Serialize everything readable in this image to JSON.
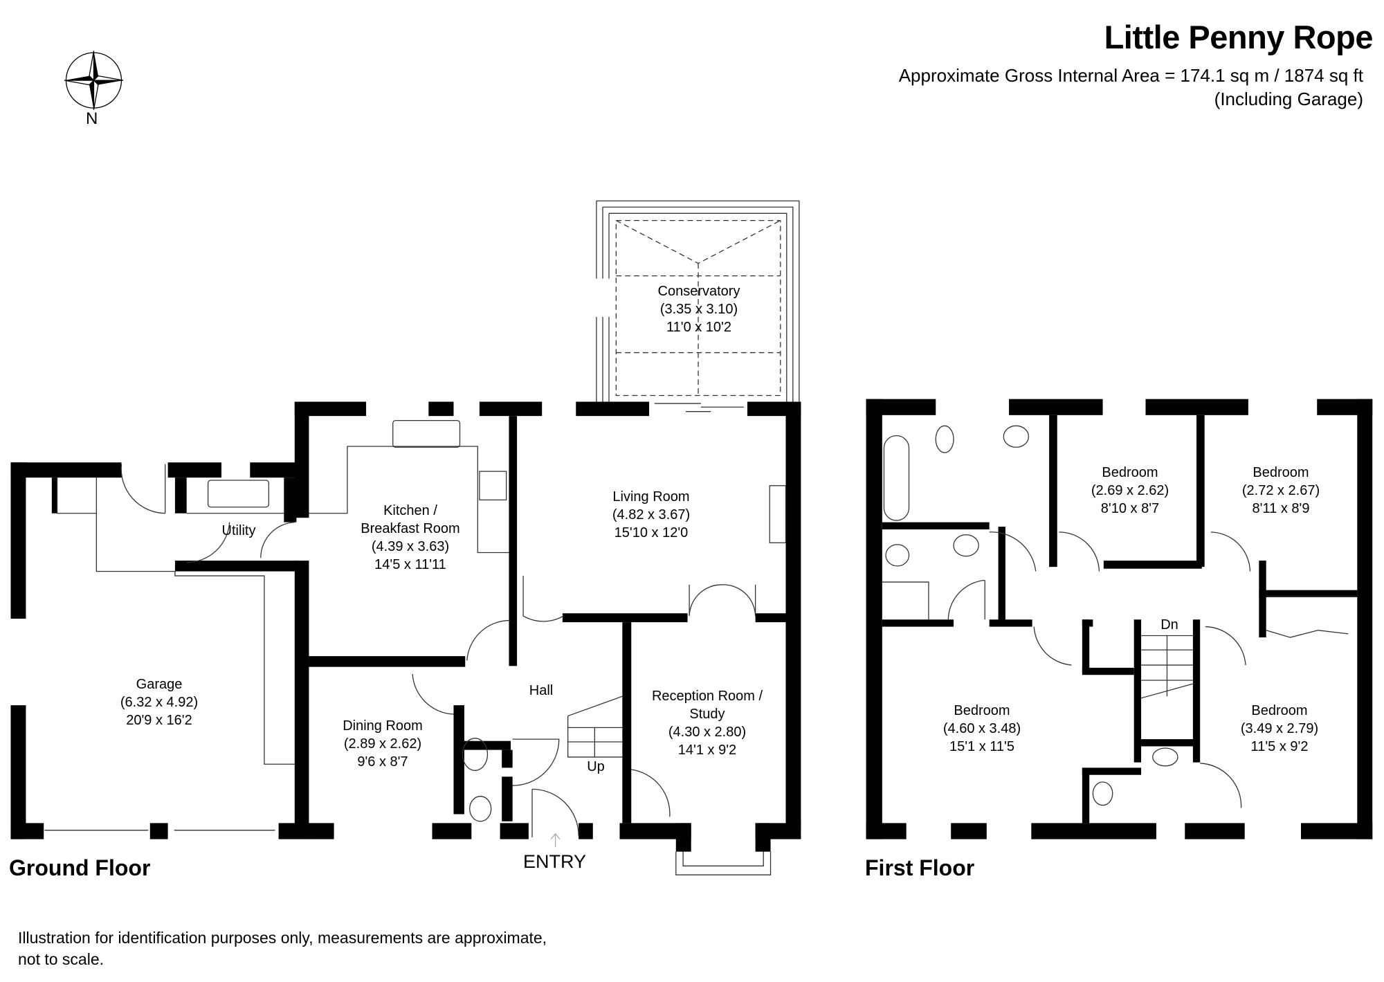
{
  "header": {
    "title": "Little Penny Rope",
    "area_line": "Approximate Gross Internal Area = 174.1 sq m / 1874 sq ft",
    "area_note": "(Including Garage)"
  },
  "compass": {
    "icon": "north-compass-rose-icon",
    "label": "N"
  },
  "ground_floor": {
    "label": "Ground Floor",
    "entry_label": "ENTRY",
    "stairs_label": "Up",
    "rooms": [
      {
        "name": "Conservatory",
        "metric": "(3.35 x 3.10)",
        "imperial": "11'0 x 10'2"
      },
      {
        "name": "Kitchen /",
        "name2": "Breakfast Room",
        "metric": "(4.39 x 3.63)",
        "imperial": "14'5 x 11'11"
      },
      {
        "name": "Living Room",
        "metric": "(4.82 x 3.67)",
        "imperial": "15'10 x 12'0"
      },
      {
        "name": "Utility"
      },
      {
        "name": "Garage",
        "metric": "(6.32 x 4.92)",
        "imperial": "20'9 x 16'2"
      },
      {
        "name": "Hall"
      },
      {
        "name": "Dining Room",
        "metric": "(2.89 x 2.62)",
        "imperial": "9'6 x 8'7"
      },
      {
        "name": "Reception Room /",
        "name2": "Study",
        "metric": "(4.30 x 2.80)",
        "imperial": "14'1 x 9'2"
      }
    ]
  },
  "first_floor": {
    "label": "First Floor",
    "stairs_label": "Dn",
    "rooms": [
      {
        "name": "Bedroom",
        "metric": "(2.69 x 2.62)",
        "imperial": "8'10 x 8'7"
      },
      {
        "name": "Bedroom",
        "metric": "(2.72 x 2.67)",
        "imperial": "8'11 x 8'9"
      },
      {
        "name": "Bedroom",
        "metric": "(4.60 x 3.48)",
        "imperial": "15'1 x 11'5"
      },
      {
        "name": "Bedroom",
        "metric": "(3.49 x 2.79)",
        "imperial": "11'5 x 9'2"
      }
    ]
  },
  "footnote": {
    "line1": "Illustration for identification purposes only, measurements are approximate,",
    "line2": "not to scale."
  },
  "colors": {
    "wall": "#000000",
    "background": "#ffffff",
    "line": "#333333"
  }
}
